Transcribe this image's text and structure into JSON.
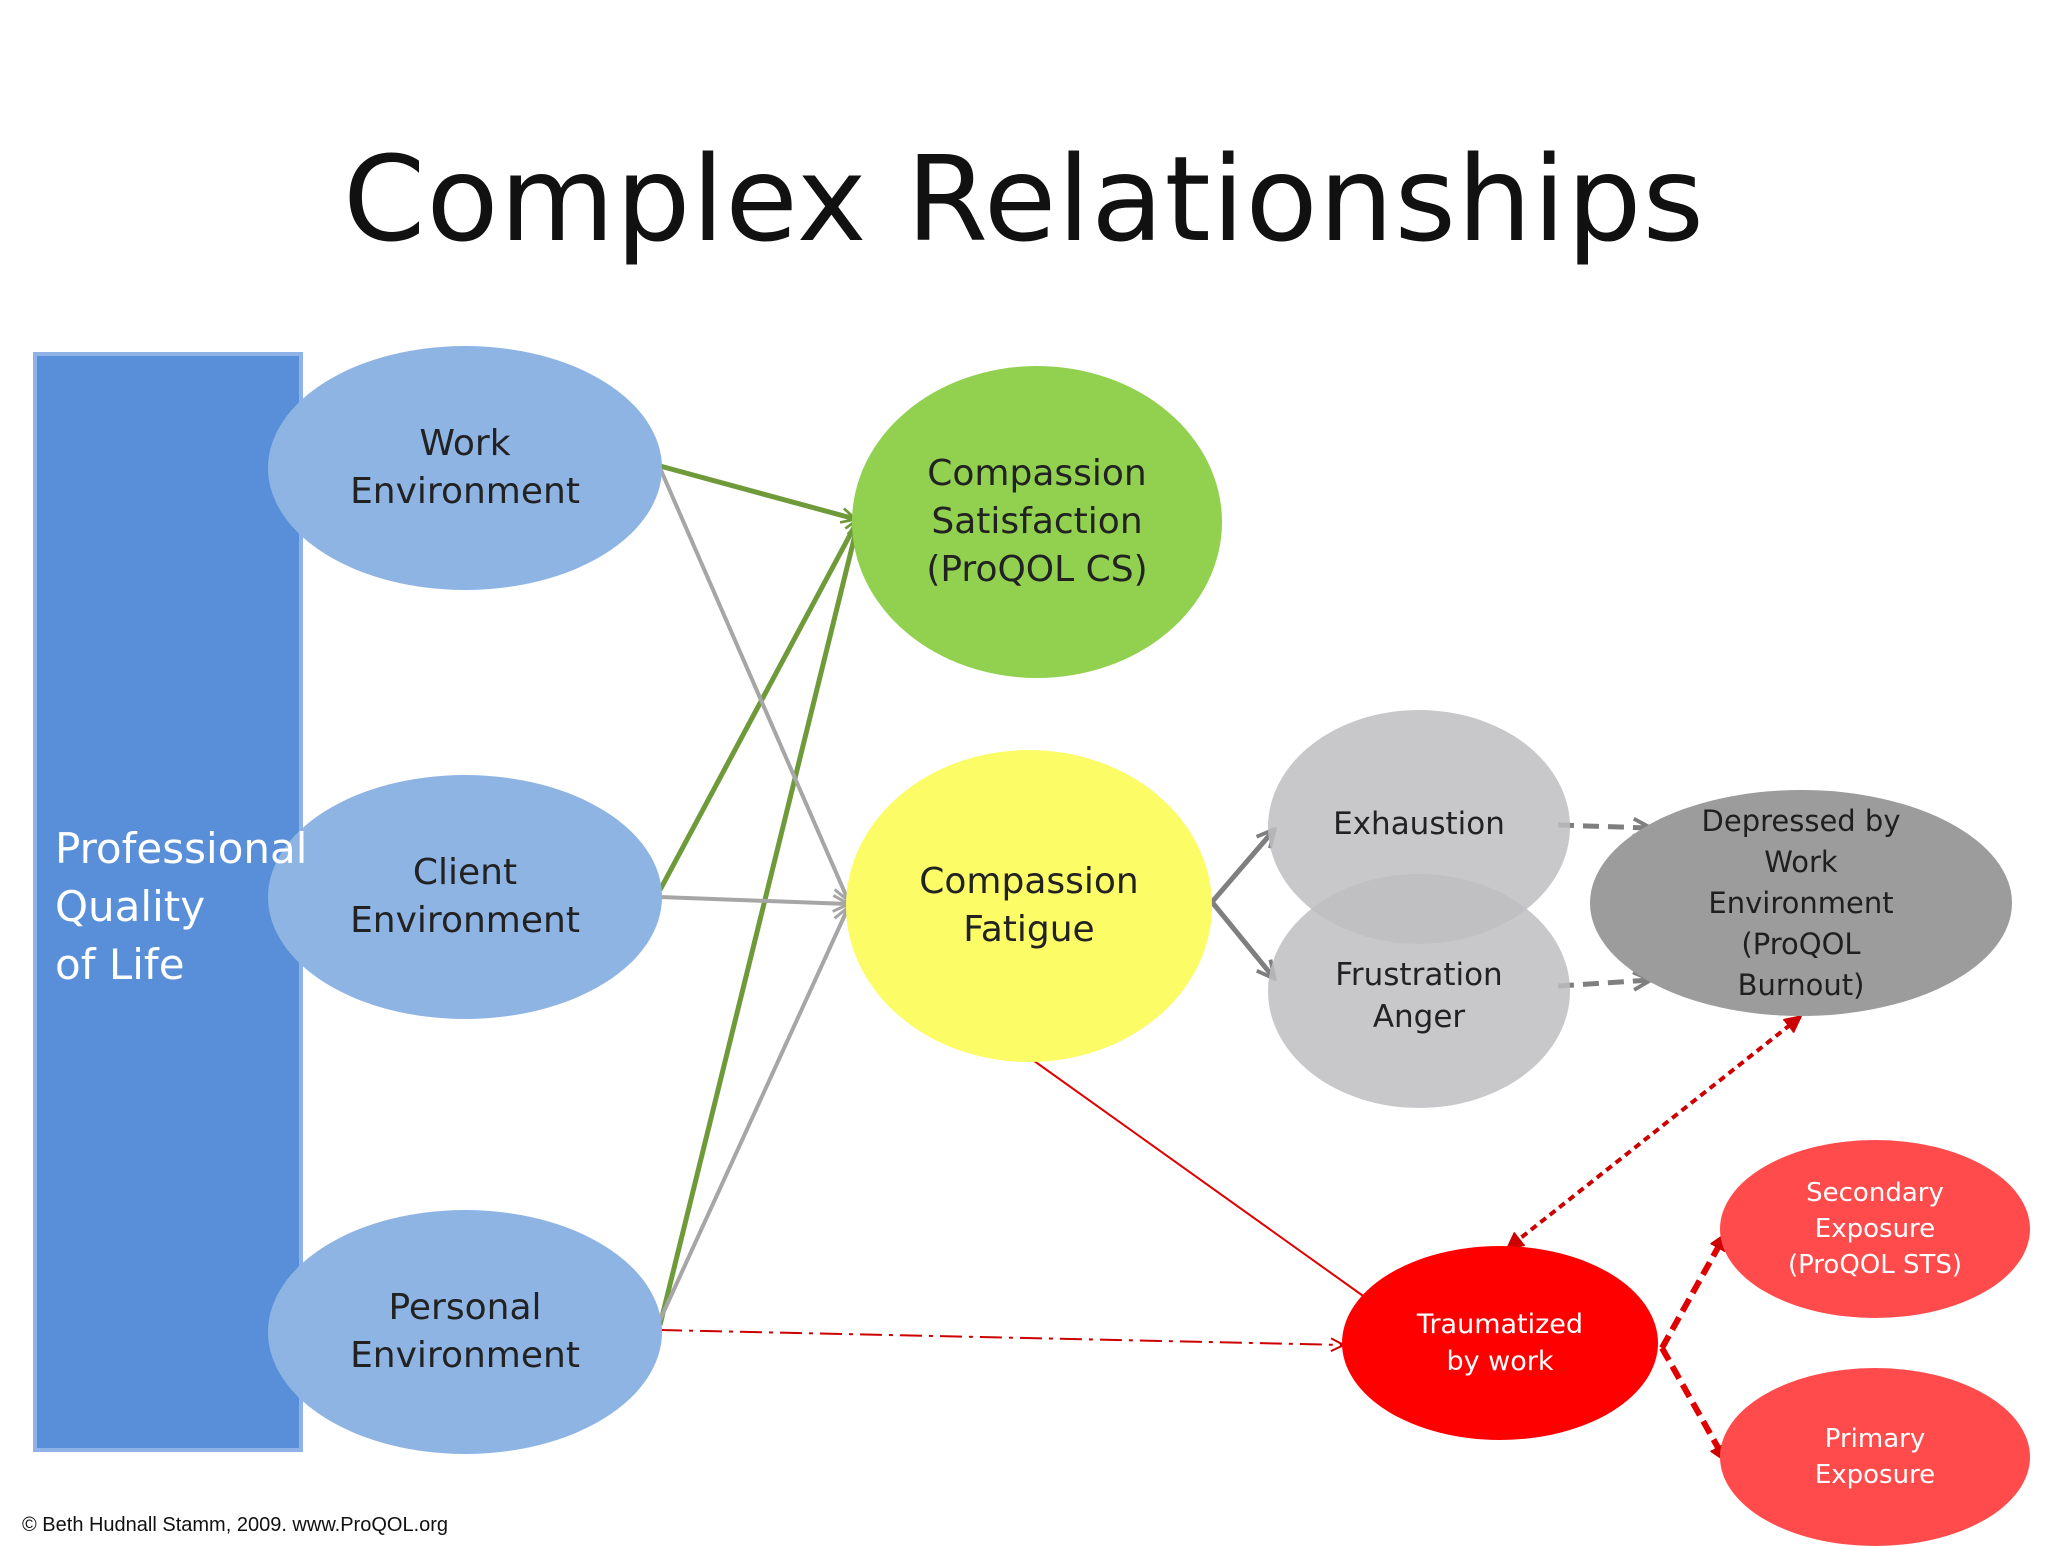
{
  "slide": {
    "title": "Complex Relationships",
    "left_bar_label": "Professional\nQuality\n of Life",
    "footer": "© Beth Hudnall Stamm, 2009.  www.ProQOL.org"
  },
  "nodes": {
    "work_environment": "Work\nEnvironment",
    "client_environment": "Client\nEnvironment",
    "personal_environment": "Personal\nEnvironment",
    "compassion_satisfaction": "Compassion\nSatisfaction\n(ProQOL CS)",
    "compassion_fatigue": "Compassion\nFatigue",
    "exhaustion": "Exhaustion",
    "frustration_anger": "Frustration\nAnger",
    "depressed_by_work": "Depressed by\nWork\nEnvironment\n(ProQOL\nBurnout)",
    "traumatized_by_work": "Traumatized\nby work",
    "secondary_exposure": "Secondary\nExposure\n(ProQOL STS)",
    "primary_exposure": "Primary\nExposure"
  },
  "colors": {
    "left_bar": "#598fd8",
    "environment": "#8eb4e4",
    "compassion_satisfaction": "#92d050",
    "compassion_fatigue": "#fbfc66",
    "exhaustion_frustration": "#bebec2",
    "burnout": "#9c9c9c",
    "traumatized": "#ff0000",
    "exposure": "#ff4b4b",
    "green_arrow": "#6f9a3a",
    "grey_arrow": "#a6a6a6",
    "red_arrow": "#cc0000"
  }
}
